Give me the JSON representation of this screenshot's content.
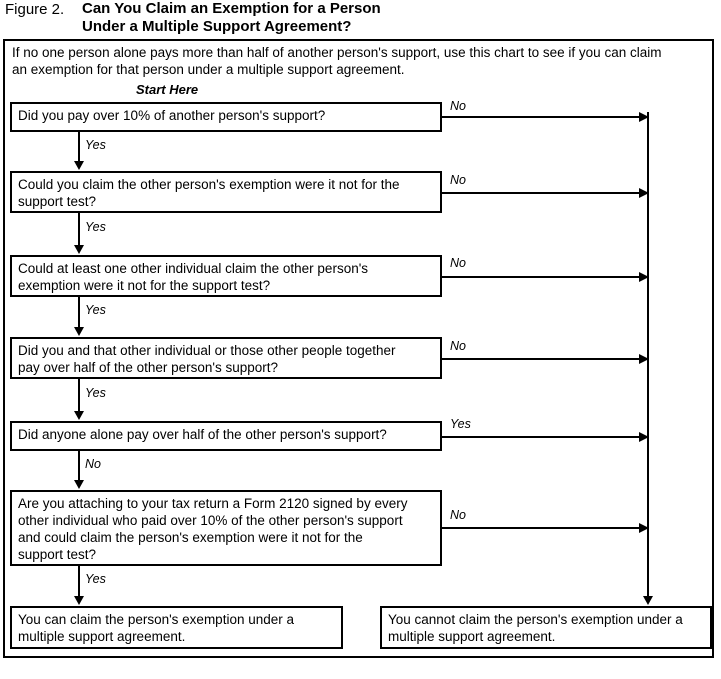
{
  "figure": {
    "label": "Figure 2.",
    "title_line1": "Can You Claim an Exemption for a Person",
    "title_line2": "Under a Multiple Support Agreement?"
  },
  "intro": {
    "line1": "If no one person alone pays more than half of another person's support, use this chart to see if you can claim",
    "line2": "an exemption for that person under a multiple support agreement."
  },
  "start_label": "Start Here",
  "nodes": [
    {
      "id": "box-1",
      "type": "decision",
      "line1": "Did you pay over 10% of another person's support?"
    },
    {
      "id": "box-2",
      "type": "decision",
      "line1": "Could you claim the other person's exemption were it not for the",
      "line2": "support test?"
    },
    {
      "id": "box-3",
      "type": "decision",
      "line1": "Could at least one other individual claim the other person's",
      "line2": "exemption were it not for the support test?"
    },
    {
      "id": "box-4",
      "type": "decision",
      "line1": "Did you and that other individual or those other people together",
      "line2": "pay over half of the other person's support?"
    },
    {
      "id": "box-5",
      "type": "decision",
      "line1": "Did anyone alone pay over half of the other person's support?"
    },
    {
      "id": "box-6",
      "type": "decision",
      "line1": "Are you attaching to your tax return a Form 2120 signed by every",
      "line2": "other individual who paid over 10% of the other person's support",
      "line3": "and could claim the person's exemption were it not for the",
      "line4": "support test?"
    },
    {
      "id": "box-yes-outcome",
      "type": "terminal",
      "line1": "You can claim the person's exemption under a",
      "line2": "multiple support agreement."
    },
    {
      "id": "box-no-outcome",
      "type": "terminal",
      "line1": "You cannot claim the person's exemption under a",
      "line2": "multiple support agreement."
    }
  ],
  "edges": {
    "down_1_2": "Yes",
    "down_2_3": "Yes",
    "down_3_4": "Yes",
    "down_4_5": "Yes",
    "down_5_6": "No",
    "down_6_out": "Yes",
    "right_1": "No",
    "right_2": "No",
    "right_3": "No",
    "right_4": "No",
    "right_5": "Yes",
    "right_6": "No"
  },
  "colors": {
    "ink": "#000000",
    "paper": "#ffffff"
  }
}
